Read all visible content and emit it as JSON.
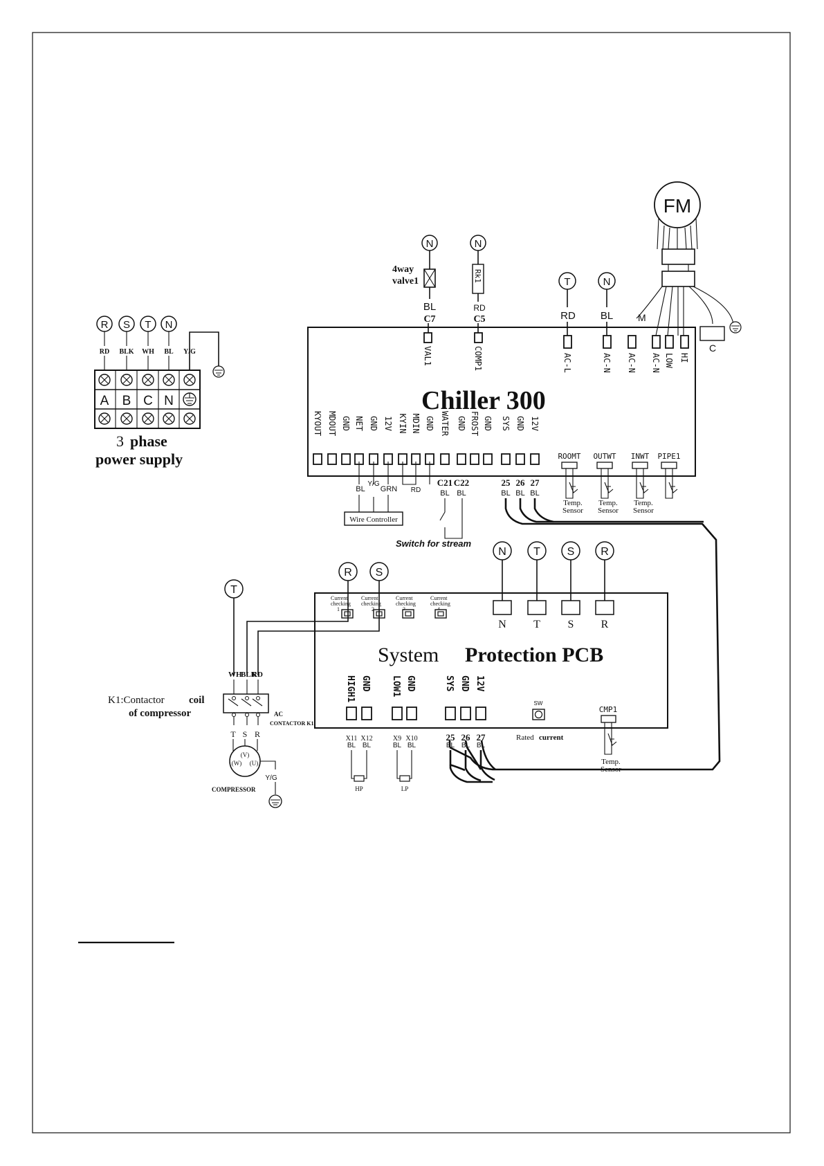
{
  "chiller": {
    "title": "Chiller 300",
    "top_terminals": [
      "VAL1",
      "COMP1",
      "AC-L",
      "AC-N",
      "AC-N",
      "AC-N",
      "LOW",
      "HI"
    ],
    "bottom_terminals": [
      "KYOUT",
      "MDOUT",
      "GND",
      "NET",
      "GND",
      "12V",
      "KYIN",
      "MDIN",
      "GND",
      "WATER",
      "GND",
      "FROST",
      "GND",
      "SYS",
      "GND",
      "12V"
    ],
    "sensor_labels": [
      "ROOMT",
      "OUTWT",
      "INWT",
      "PIPE1"
    ],
    "temp_sensor_line1": "Temp.",
    "temp_sensor_line2": "Sensor",
    "wire_labels": {
      "bl": "BL",
      "rd": "RD",
      "grn": "GRN",
      "yg_slash": "Y/G",
      "c7": "C7",
      "c5": "C5",
      "c21": "C21",
      "c22": "C22",
      "n25": "25",
      "n26": "26",
      "n27": "27"
    },
    "wire_controller": "Wire Controller",
    "switch_label": "Switch for stream",
    "valve_line1": "4way",
    "valve_line2": "valve1",
    "rk1": "Rk1",
    "fm": "FM",
    "m_label": "M",
    "c_label": "C"
  },
  "power": {
    "circles": [
      "R",
      "S",
      "T",
      "N"
    ],
    "wire_colors": [
      "RD",
      "BLK",
      "WH",
      "BL",
      "Y/G"
    ],
    "terminal_letters": [
      "A",
      "B",
      "C",
      "N"
    ],
    "title_num": "3",
    "title_word": "phase",
    "subtitle": "power supply"
  },
  "protection": {
    "title_a": "System",
    "title_b": "Protection PCB",
    "phase_circles": [
      "N",
      "T",
      "S",
      "R"
    ],
    "current_checking": [
      {
        "l1": "Current",
        "l2": "checking",
        "n": "1"
      },
      {
        "l1": "Current",
        "l2": "checking",
        "n": "2"
      },
      {
        "l1": "Current",
        "l2": "checking",
        "n": "3"
      },
      {
        "l1": "Current",
        "l2": "checking",
        "n": "4"
      }
    ],
    "input_circles": [
      "R",
      "S"
    ],
    "terminals": [
      "HIGH1",
      "GND",
      "LOW1",
      "GND",
      "SYS",
      "GND",
      "12V"
    ],
    "terminal_codes": [
      "X11",
      "X12",
      "X9",
      "X10",
      "25",
      "26",
      "27"
    ],
    "terminal_colors": [
      "BL",
      "BL",
      "BL",
      "BL",
      "BL",
      "BL",
      "BL"
    ],
    "hp": "HP",
    "lp": "LP",
    "sw": "SW",
    "rated_a": "Rated",
    "rated_b": "current",
    "cmp1": "CMP1"
  },
  "compressor": {
    "t_circle": "T",
    "wire_colors": [
      "WH",
      "BLK",
      "RD"
    ],
    "k1_a": "K1:Contactor",
    "k1_b": "coil",
    "k1_c": "of compressor",
    "ac_contactor_1": "AC",
    "ac_contactor_2": "CONTACTOR K1",
    "tsr": [
      "T",
      "S",
      "R"
    ],
    "windings": [
      "(W)",
      "(V)",
      "(U)"
    ],
    "yg": "Y/G",
    "label": "COMPRESSOR"
  }
}
